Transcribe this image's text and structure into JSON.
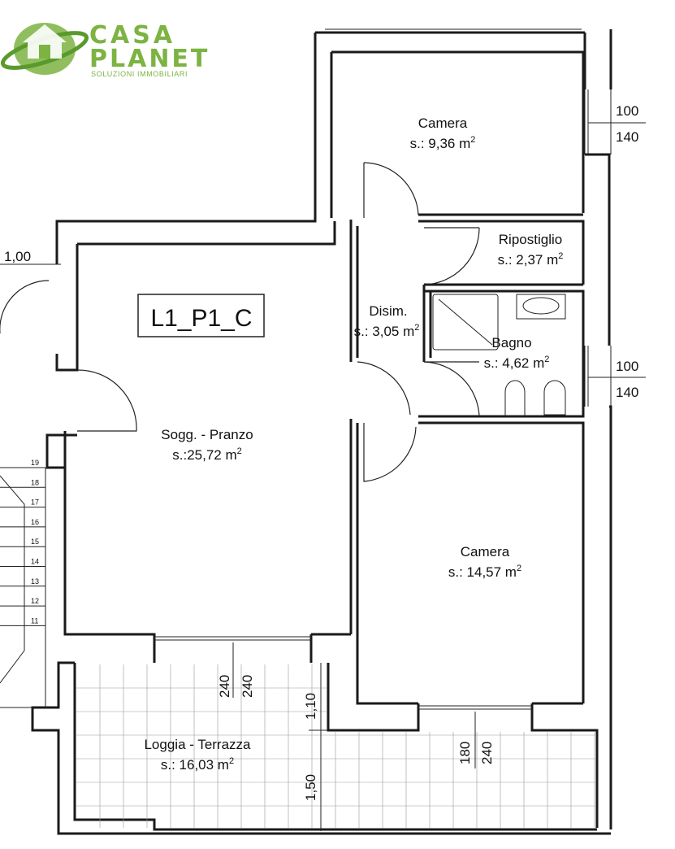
{
  "logo": {
    "line1": "CASA",
    "line2": "PLANET",
    "tagline": "SOLUZIONI IMMOBILIARI",
    "colors": {
      "green": "#7cb342",
      "dark_green": "#5a9a2c"
    }
  },
  "unit_code": "L1_P1_C",
  "rooms": [
    {
      "id": "camera-top",
      "name": "Camera",
      "area": "s.: 9,36 m",
      "unit_sup": "2"
    },
    {
      "id": "ripostiglio",
      "name": "Ripostiglio",
      "area": "s.: 2,37 m",
      "unit_sup": "2"
    },
    {
      "id": "disim",
      "name": "Disim.",
      "area": "s.: 3,05 m",
      "unit_sup": "2"
    },
    {
      "id": "bagno",
      "name": "Bagno",
      "area": "s.: 4,62 m",
      "unit_sup": "2"
    },
    {
      "id": "soggiorno",
      "name": "Sogg. - Pranzo",
      "area": "s.:25,72 m",
      "unit_sup": "2"
    },
    {
      "id": "camera-bottom",
      "name": "Camera",
      "area": "s.: 14,57 m",
      "unit_sup": "2"
    },
    {
      "id": "loggia",
      "name": "Loggia - Terrazza",
      "area": "s.: 16,03 m",
      "unit_sup": "2"
    }
  ],
  "dimensions": {
    "left_wall": "1,00",
    "window_top_1": "100",
    "window_top_2": "140",
    "window_mid_1": "100",
    "window_mid_2": "140",
    "loggia_door_1": "240",
    "loggia_door_2": "240",
    "loggia_depth_1": "1,10",
    "loggia_depth_2": "1,50",
    "camera_door_1": "180",
    "camera_door_2": "240"
  },
  "stair_steps": [
    "19",
    "18",
    "17",
    "16",
    "15",
    "14",
    "13",
    "12",
    "11"
  ]
}
